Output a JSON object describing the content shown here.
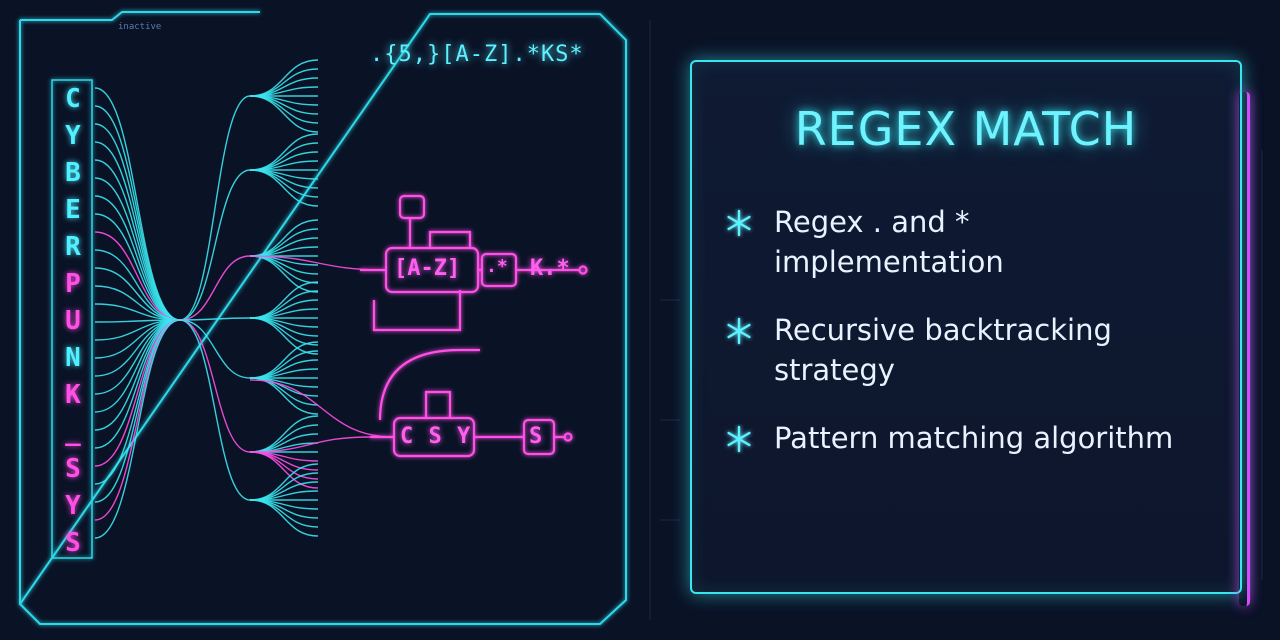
{
  "left_panel": {
    "status_tag": "inactive",
    "vertical_label_chars": [
      {
        "ch": "C",
        "tone": "cyan"
      },
      {
        "ch": "Y",
        "tone": "cyan"
      },
      {
        "ch": "B",
        "tone": "cyan"
      },
      {
        "ch": "E",
        "tone": "cyan"
      },
      {
        "ch": "R",
        "tone": "cyan"
      },
      {
        "ch": "P",
        "tone": "magenta"
      },
      {
        "ch": "U",
        "tone": "magenta"
      },
      {
        "ch": "N",
        "tone": "cyan"
      },
      {
        "ch": "K",
        "tone": "magenta"
      },
      {
        "ch": "_",
        "tone": "magenta"
      },
      {
        "ch": "S",
        "tone": "magenta"
      },
      {
        "ch": "Y",
        "tone": "magenta"
      },
      {
        "ch": "S",
        "tone": "magenta"
      }
    ],
    "pattern_text": ".{5,}[A-Z].*KS*",
    "diagram": {
      "node_1": "[A-Z]",
      "node_2": ".*",
      "node_3": "K.*",
      "node_4": "C S Y",
      "node_5": "S"
    }
  },
  "card": {
    "title": "REGEX MATCH",
    "bullets": [
      "Regex . and * implementation",
      "Recursive backtracking strategy",
      "Pattern matching algorithm"
    ]
  },
  "colors": {
    "background": "#0a1226",
    "cyan": "#38e6f0",
    "magenta": "#ff4fe6"
  },
  "icons": [
    "snowflake-bullet-icon"
  ]
}
